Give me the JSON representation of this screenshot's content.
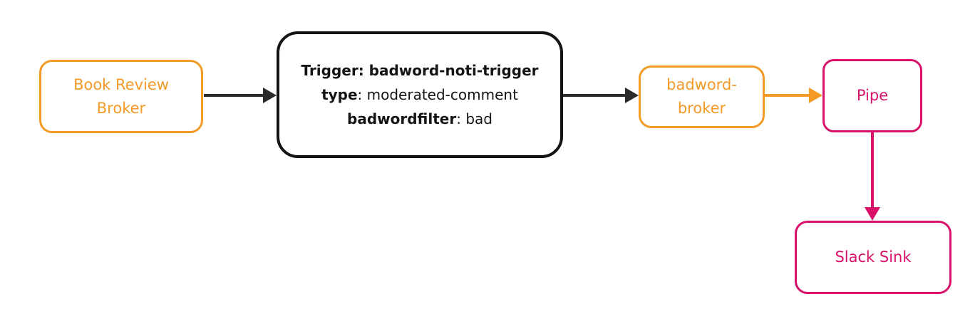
{
  "colors": {
    "orange": "#F39A27",
    "pink": "#D8126B",
    "dark": "#141414",
    "arrow": "#2B2B2B"
  },
  "nodes": {
    "book_review_broker": {
      "line1": "Book Review",
      "line2": "Broker"
    },
    "trigger": {
      "line1_bold": "Trigger: badword-noti-trigger",
      "line2_bold": "type",
      "line2_rest": ": moderated-comment",
      "line3_bold": "badwordfilter",
      "line3_rest": ": bad"
    },
    "badword_broker": {
      "line1": "badword-",
      "line2": "broker"
    },
    "pipe": {
      "label": "Pipe"
    },
    "slack_sink": {
      "label": "Slack Sink"
    }
  },
  "edges": [
    {
      "from": "book-review-broker",
      "to": "trigger",
      "color": "dark",
      "direction": "right"
    },
    {
      "from": "trigger",
      "to": "badword-broker",
      "color": "dark",
      "direction": "right"
    },
    {
      "from": "badword-broker",
      "to": "pipe",
      "color": "orange",
      "direction": "right"
    },
    {
      "from": "pipe",
      "to": "slack-sink",
      "color": "pink",
      "direction": "down"
    }
  ]
}
